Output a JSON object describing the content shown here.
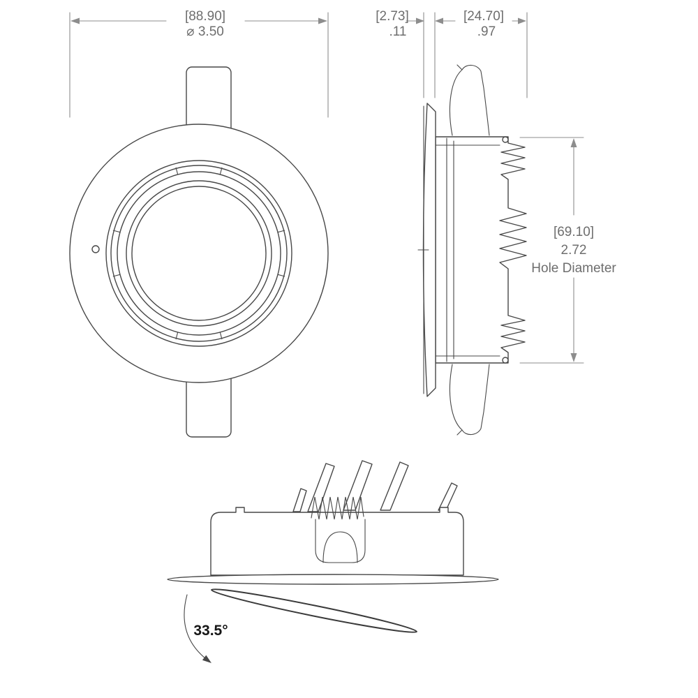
{
  "drawing": {
    "type": "technical dimension drawing",
    "subject": "recessed down light fixture, three views"
  },
  "dimensions": {
    "bezel_diameter_mm": "[88.90]",
    "bezel_diameter_in": "⌀ 3.50",
    "flange_thickness_mm": "[2.73]",
    "flange_thickness_in": ".11",
    "body_depth_mm": "[24.70]",
    "body_depth_in": ".97",
    "hole_diameter_mm": "[69.10]",
    "hole_diameter_in": "2.72",
    "hole_diameter_label": "Hole Diameter",
    "tilt_angle": "33.5°"
  },
  "colors": {
    "background": "#ffffff",
    "drawing_line": "#474747",
    "dimension_line": "#8d8d8d",
    "dimension_text": "#6e6e6e",
    "angle_text": "#161616"
  }
}
